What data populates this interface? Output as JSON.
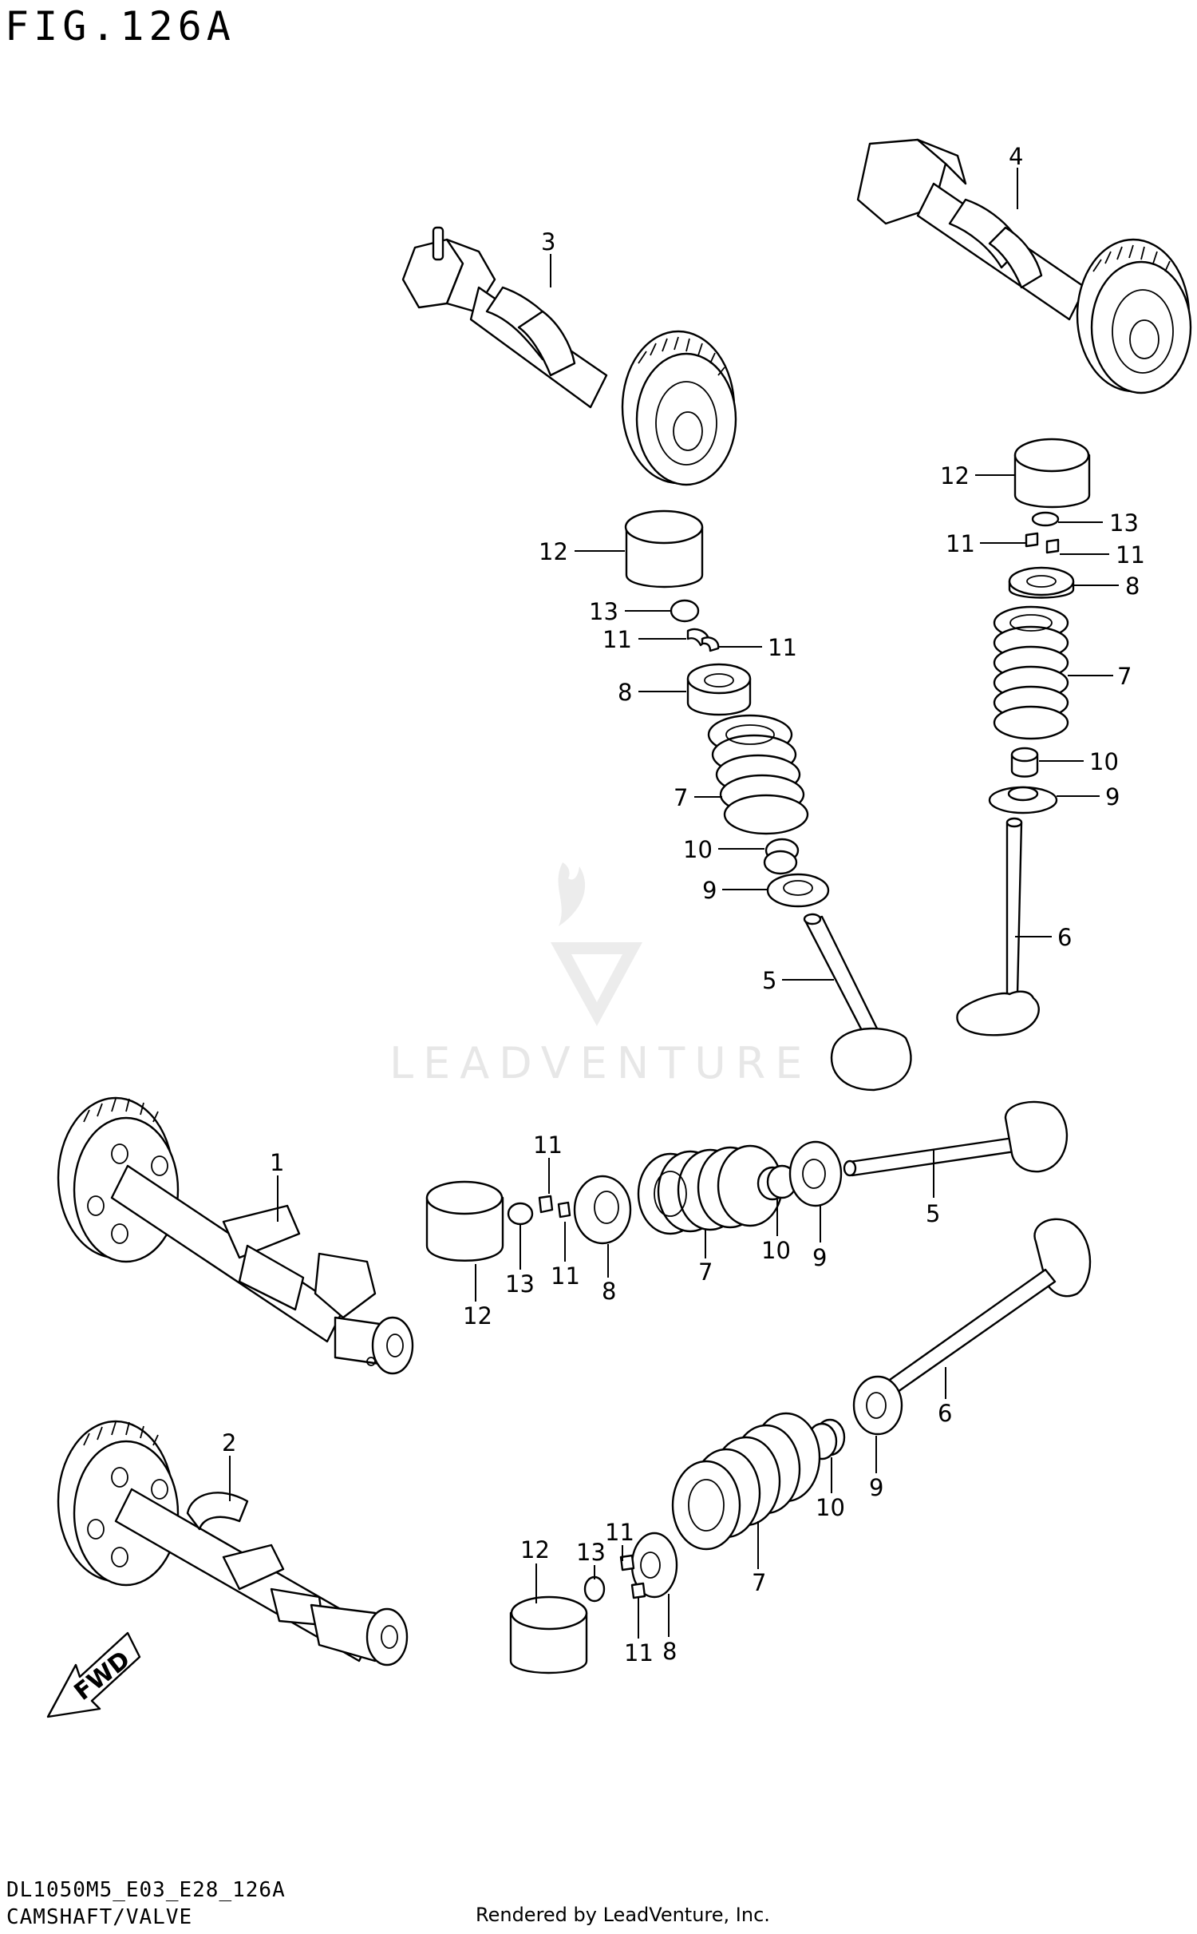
{
  "figure": {
    "title": "FIG.126A",
    "code": "DL1050M5_E03_E28_126A",
    "name": "CAMSHAFT/VALVE",
    "rendered_by": "Rendered by LeadVenture, Inc.",
    "watermark": "LEADVENTURE",
    "fwd_label": "FWD"
  },
  "callouts": [
    {
      "id": "c-3-top",
      "text": "3"
    },
    {
      "id": "c-4-top",
      "text": "4"
    },
    {
      "id": "c-12-a",
      "text": "12"
    },
    {
      "id": "c-13-a",
      "text": "13"
    },
    {
      "id": "c-11-a1",
      "text": "11"
    },
    {
      "id": "c-11-a2",
      "text": "11"
    },
    {
      "id": "c-8-a",
      "text": "8"
    },
    {
      "id": "c-7-a",
      "text": "7"
    },
    {
      "id": "c-10-a",
      "text": "10"
    },
    {
      "id": "c-9-a",
      "text": "9"
    },
    {
      "id": "c-5-a",
      "text": "5"
    },
    {
      "id": "c-12-b",
      "text": "12"
    },
    {
      "id": "c-13-b",
      "text": "13"
    },
    {
      "id": "c-11-b1",
      "text": "11"
    },
    {
      "id": "c-11-b2",
      "text": "11"
    },
    {
      "id": "c-8-b",
      "text": "8"
    },
    {
      "id": "c-7-b",
      "text": "7"
    },
    {
      "id": "c-10-b",
      "text": "10"
    },
    {
      "id": "c-9-b",
      "text": "9"
    },
    {
      "id": "c-6-b",
      "text": "6"
    },
    {
      "id": "c-1",
      "text": "1"
    },
    {
      "id": "c-11-c1",
      "text": "11"
    },
    {
      "id": "c-11-c2",
      "text": "11"
    },
    {
      "id": "c-12-c",
      "text": "12"
    },
    {
      "id": "c-13-c",
      "text": "13"
    },
    {
      "id": "c-8-c",
      "text": "8"
    },
    {
      "id": "c-7-c",
      "text": "7"
    },
    {
      "id": "c-10-c",
      "text": "10"
    },
    {
      "id": "c-9-c",
      "text": "9"
    },
    {
      "id": "c-5-c",
      "text": "5"
    },
    {
      "id": "c-6-d",
      "text": "6"
    },
    {
      "id": "c-2",
      "text": "2"
    },
    {
      "id": "c-11-d1",
      "text": "11"
    },
    {
      "id": "c-13-d",
      "text": "13"
    },
    {
      "id": "c-12-d",
      "text": "12"
    },
    {
      "id": "c-11-d2",
      "text": "11"
    },
    {
      "id": "c-8-d",
      "text": "8"
    },
    {
      "id": "c-7-d",
      "text": "7"
    },
    {
      "id": "c-10-d",
      "text": "10"
    },
    {
      "id": "c-9-d",
      "text": "9"
    }
  ]
}
